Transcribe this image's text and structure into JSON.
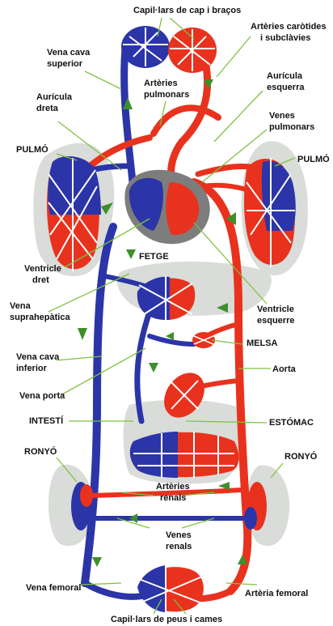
{
  "colors": {
    "venous": "#2b35a8",
    "arterial": "#e8321e",
    "organ_shadow": "#d9dcd8",
    "leader_line": "#7fc241",
    "flow_arrow": "#3e8f2a"
  },
  "labels": {
    "head_capillaries": "Capil·lars de cap i braços",
    "carotid": "Artèries caròtides",
    "carotid2": "i subclàvies",
    "vena_cava_sup": "Vena cava",
    "vena_cava_sup2": "superior",
    "pulmonary_arteries": "Artèries",
    "pulmonary_arteries2": "pulmonars",
    "left_atrium": "Aurícula",
    "left_atrium2": "esquerra",
    "right_atrium": "Aurícula",
    "right_atrium2": "dreta",
    "pulmonary_veins": "Venes",
    "pulmonary_veins2": "pulmonars",
    "lung_left": "PULMÓ",
    "lung_right": "PULMÓ",
    "liver": "FETGE",
    "right_ventricle": "Ventricle",
    "right_ventricle2": "dret",
    "left_ventricle": "Ventricle",
    "left_ventricle2": "esquerre",
    "hepatic_vein": "Vena",
    "hepatic_vein2": "suprahepàtica",
    "spleen": "MELSA",
    "vena_cava_inf": "Vena cava",
    "vena_cava_inf2": "inferior",
    "aorta": "Aorta",
    "portal_vein": "Vena porta",
    "intestine": "INTESTÍ",
    "stomach": "ESTÓMAC",
    "kidney_left": "RONYÓ",
    "kidney_right": "RONYÓ",
    "renal_arteries": "Artèries",
    "renal_arteries2": "renals",
    "renal_veins": "Venes",
    "renal_veins2": "renals",
    "femoral_vein": "Vena femoral",
    "femoral_artery": "Artèria femoral",
    "leg_capillaries": "Capil·lars de peus i cames"
  }
}
